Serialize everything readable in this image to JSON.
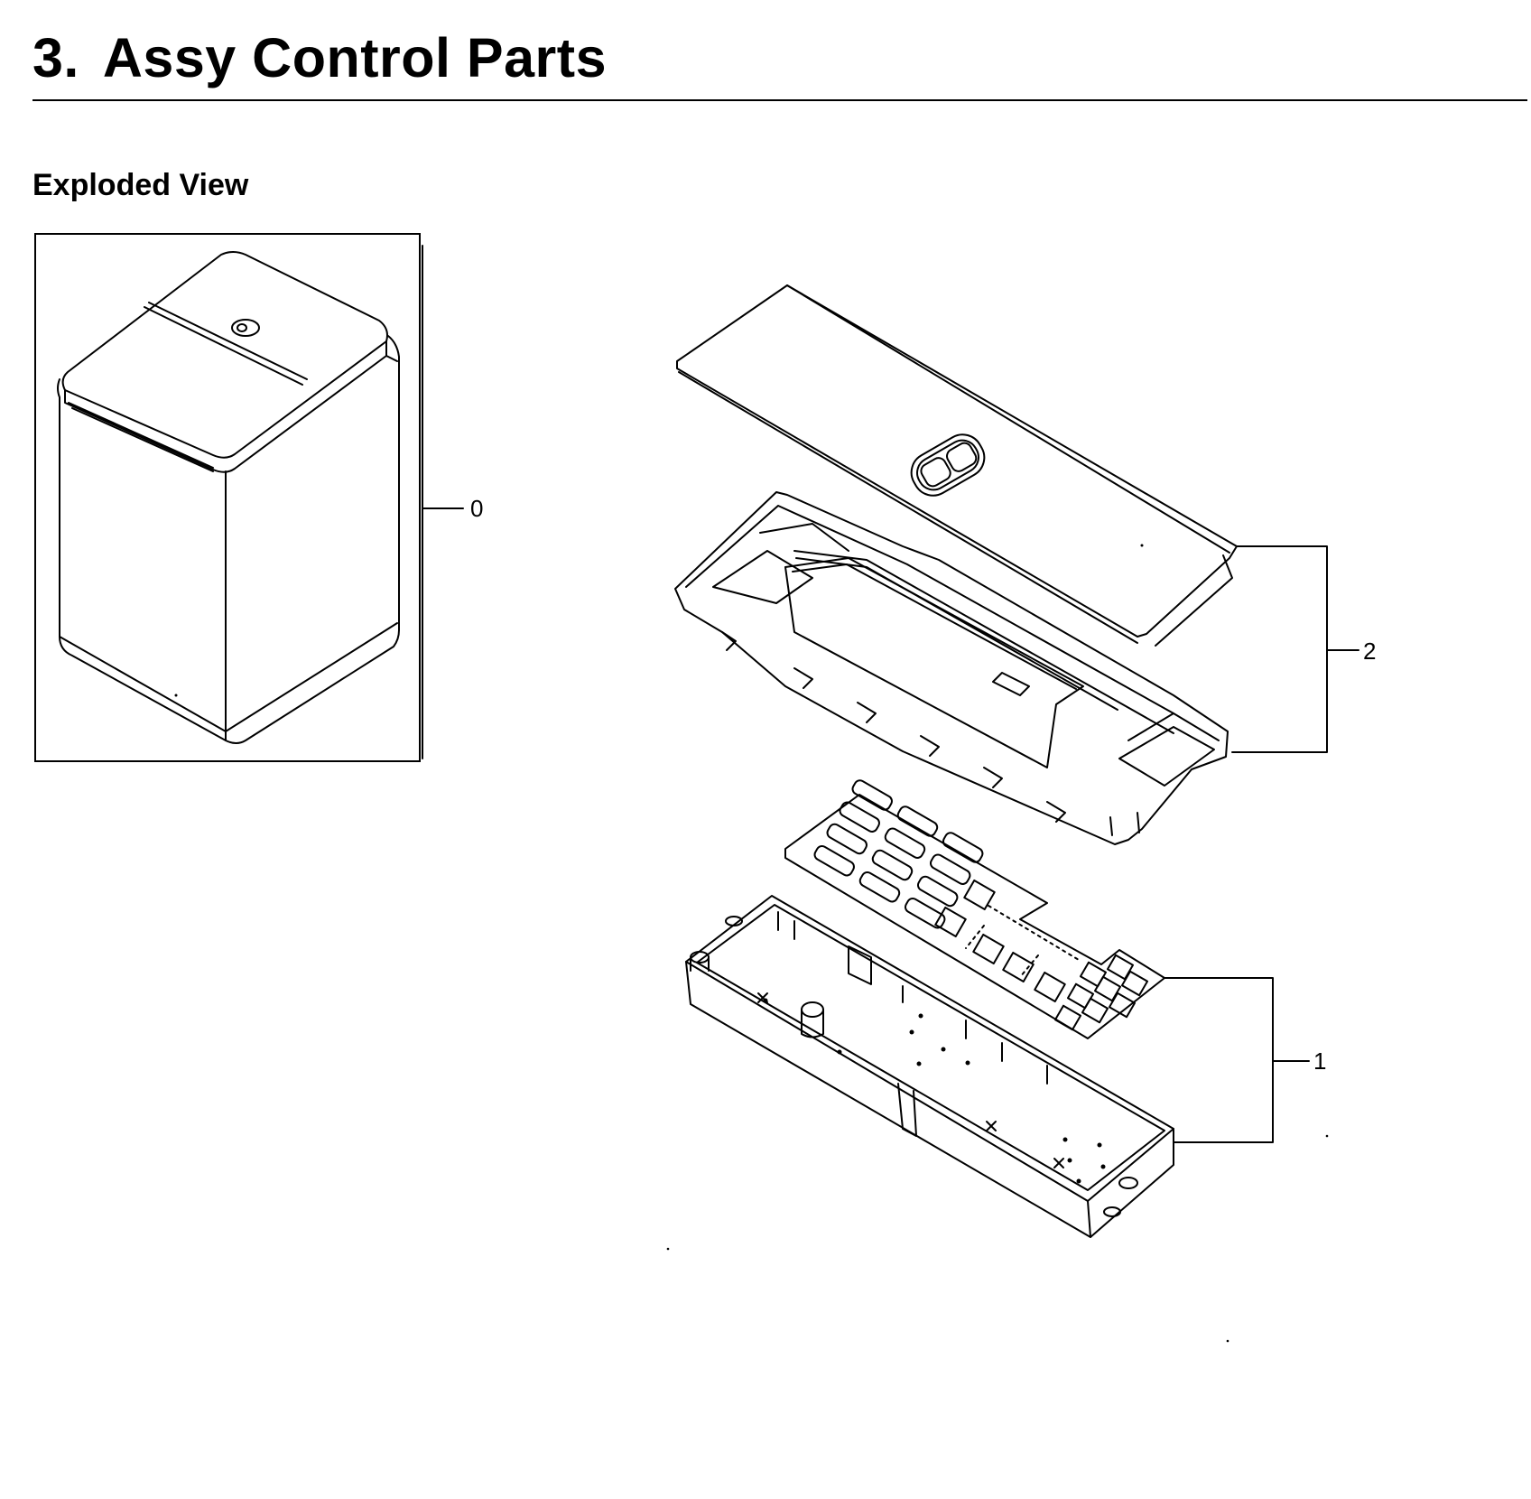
{
  "page": {
    "section_number": "3.",
    "section_title": "Assy Control Parts",
    "subtitle": "Exploded View"
  },
  "callouts": {
    "assembly": "0",
    "part_1": "1",
    "part_2": "2"
  }
}
